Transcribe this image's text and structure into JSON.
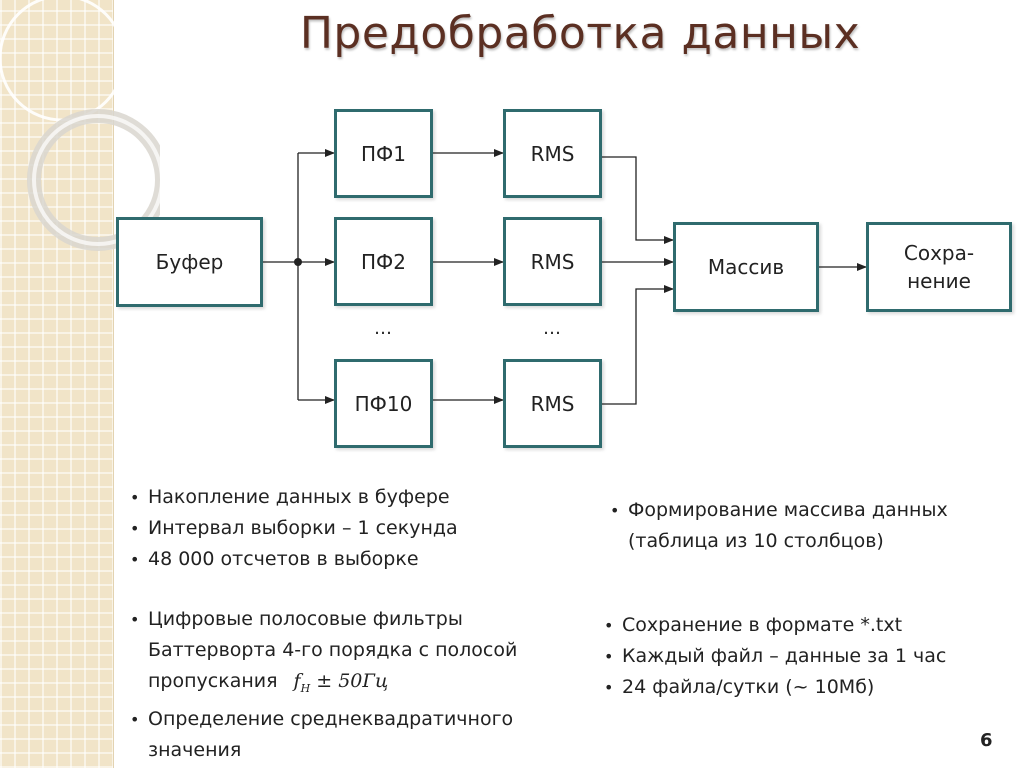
{
  "title": "Предобработка данных",
  "diagram": {
    "buffer": "Буфер",
    "filters": [
      "ПФ1",
      "ПФ2",
      "ПФ10"
    ],
    "rms": [
      "RMS",
      "RMS",
      "RMS"
    ],
    "dots": "…",
    "array": "Массив",
    "save_line1": "Сохра-",
    "save_line2": "нение"
  },
  "bullets_left_top": [
    "Накопление данных в буфере",
    "Интервал выборки – 1 секунда",
    "48 000 отсчетов в выборке"
  ],
  "bullets_right_top": [
    "Формирование массива данных (таблица из 10 столбцов)"
  ],
  "bullets_left_bottom": {
    "filters": "Цифровые полосовые фильтры Баттерворта 4-го порядка с полосой пропускания",
    "formula_f": "f",
    "formula_sub": "Н",
    "formula_rest": "± 50Гц",
    "rms_def": "Определение среднеквадратичного значения"
  },
  "bullets_right_bottom": [
    "Сохранение в формате *.txt",
    "Каждый файл – данные за 1 час",
    "24 файла/сутки (~ 10Мб)"
  ],
  "page_number": "6",
  "colors": {
    "box_border": "#2f6b6e",
    "title": "#5b2f22",
    "strip": "#f1e4c8"
  }
}
